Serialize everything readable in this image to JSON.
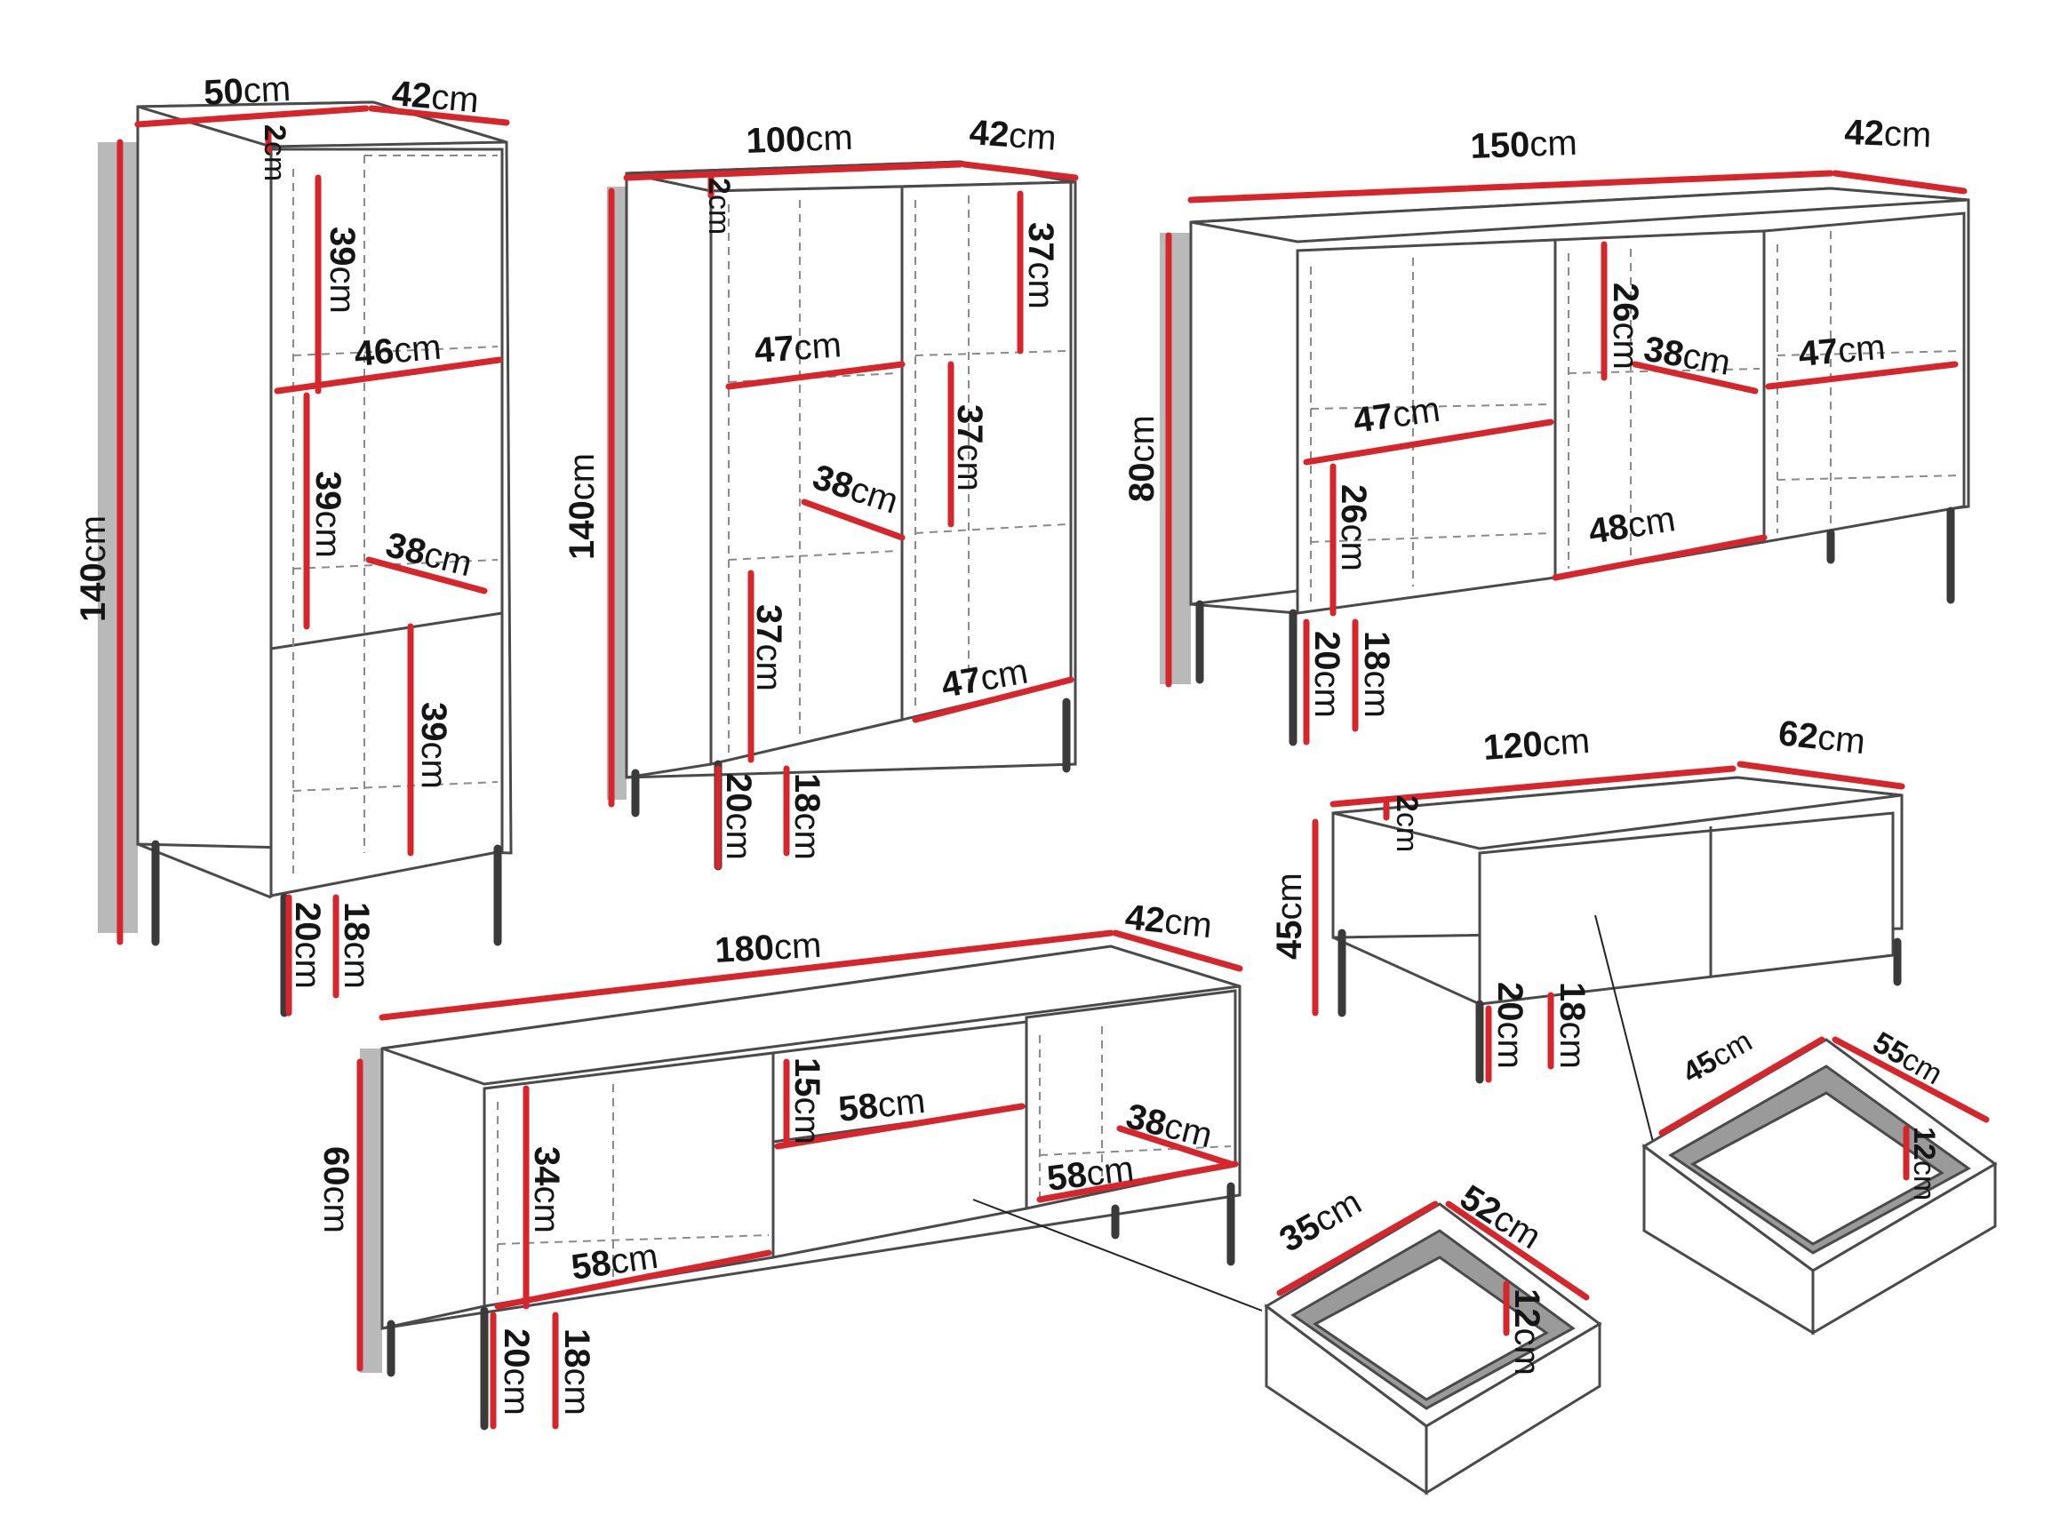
{
  "accent_color": "#d6262b",
  "line_color": "#4a4a4a",
  "labels": {
    "bookcase": {
      "width": "50",
      "depth": "42",
      "top": "2",
      "shelf1": "39",
      "shelf_w": "46",
      "shelf2": "39",
      "shelf_d": "38",
      "lower": "39",
      "height": "140",
      "leg": "20",
      "clear": "18"
    },
    "highboard": {
      "width": "100",
      "depth": "42",
      "top": "2",
      "shelf_r1": "37",
      "shelf_w1": "47",
      "shelf_r2": "37",
      "shelf_d": "38",
      "shelf_l3": "37",
      "shelf_w2": "47",
      "height": "140",
      "leg": "20",
      "clear": "18"
    },
    "sideboard": {
      "width": "150",
      "depth": "42",
      "height": "80",
      "mid_h": "26",
      "mid_d": "38",
      "right_w": "47",
      "left_w": "47",
      "left_h": "26",
      "mid_w": "48",
      "leg": "20",
      "clear": "18"
    },
    "coffee_table": {
      "width": "120",
      "depth": "62",
      "top": "2",
      "height": "45",
      "leg": "20",
      "clear": "18"
    },
    "coffee_drawer": {
      "depth": "45",
      "width": "55",
      "height": "12"
    },
    "tv_stand": {
      "width": "180",
      "depth": "42",
      "height": "60",
      "left_h": "34",
      "left_w": "58",
      "niche_h": "15",
      "niche_w": "58",
      "right_d": "38",
      "right_w": "58",
      "leg": "20",
      "clear": "18"
    },
    "tv_drawer": {
      "depth": "35",
      "width": "52",
      "height": "12"
    }
  },
  "unit": "cm"
}
